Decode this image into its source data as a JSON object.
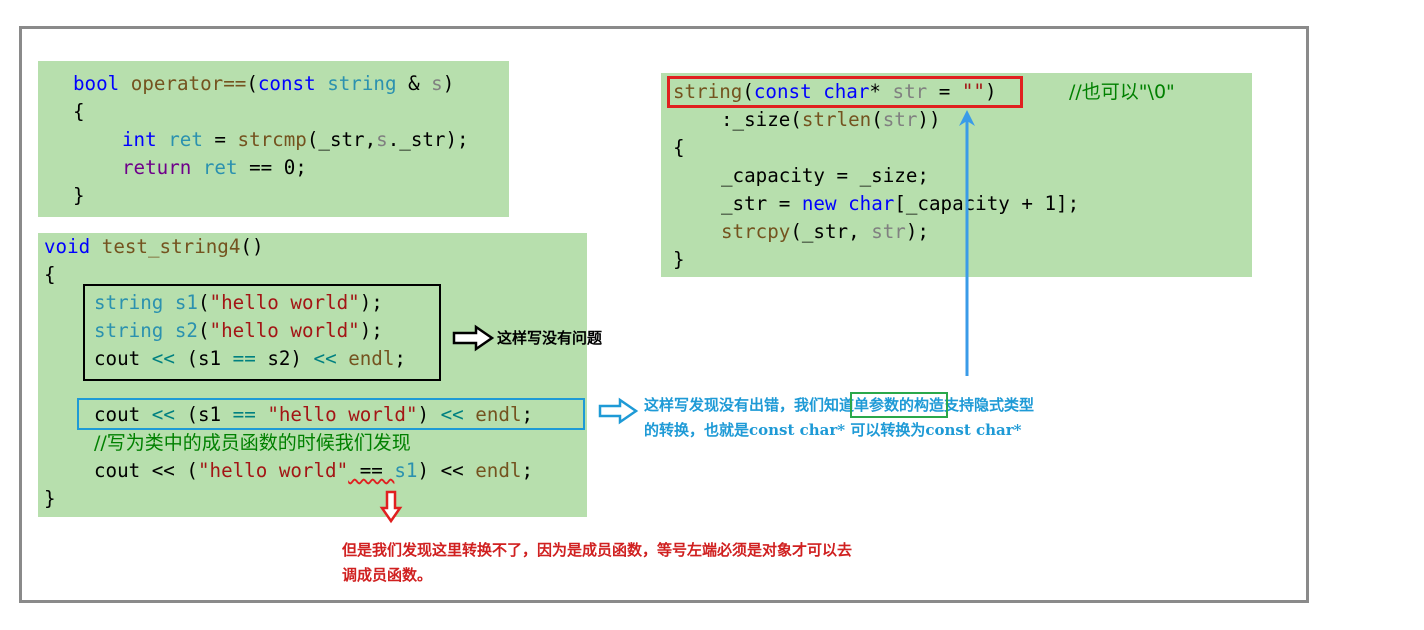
{
  "operator_block": {
    "l1": [
      "bool",
      "operator==",
      "(",
      "const",
      "string",
      " & ",
      "s",
      ")"
    ],
    "l2": "{",
    "l3": [
      "int",
      "ret",
      " = ",
      "strcmp",
      "(_str,",
      "s",
      "._str);"
    ],
    "l4": [
      "return",
      "ret",
      " == 0;"
    ],
    "l5": "}"
  },
  "test_block": {
    "l1": [
      "void",
      "test_string4",
      "()"
    ],
    "l2": "{",
    "l3": [
      "string",
      "s1",
      "(",
      "\"hello world\"",
      ");"
    ],
    "l4": [
      "string",
      "s2",
      "(",
      "\"hello world\"",
      ");"
    ],
    "l5": [
      "cout",
      "<<",
      " (s1 ",
      "==",
      " s2) ",
      "<<",
      "endl",
      ";"
    ],
    "l6": [
      "cout",
      "<<",
      " (s1 ",
      "==",
      " ",
      "\"hello world\"",
      ") ",
      "<<",
      "endl",
      ";"
    ],
    "l7": "//写为类中的成员函数的时候我们发现",
    "l8": [
      "cout << (",
      "\"hello world\"",
      " == ",
      "s1",
      ") << ",
      "endl",
      ";"
    ],
    "l9": "}"
  },
  "ctor_block": {
    "l1": [
      "string",
      "(",
      "const",
      "char",
      "* ",
      "str",
      " = ",
      "\"\"",
      ")"
    ],
    "l1_comment": "//也可以\"\\0\"",
    "l2": [
      ":_size(",
      "strlen",
      "(",
      "str",
      "))"
    ],
    "l3": "{",
    "l4": "_capacity = _size;",
    "l5": [
      "_str = ",
      "new",
      " ",
      "char",
      "[_capacity + 1];"
    ],
    "l6": [
      "strcpy",
      "(_str, ",
      "str",
      ");"
    ],
    "l7": "}"
  },
  "annotations": {
    "ok_note": "这样写没有问题",
    "implicit_note_1a": "这样写发现没有出错，我们知道",
    "implicit_note_1b": "单参数的构造",
    "implicit_note_1c": "支持隐式类型",
    "implicit_note_2": "的转换，也就是const char* 可以转换为const char*",
    "member_note_1": "但是我们发现这里转换不了，因为是成员函数，等号左端必须是对象才可以去",
    "member_note_2": "调成员函数。"
  },
  "colors": {
    "code_bg": "#b7dfad",
    "keyword": "#0000ff",
    "type": "#2b91af",
    "string": "#a31515",
    "function": "#74531f",
    "comment": "#008000",
    "black_box": "#000000",
    "blue_box": "#1e9ad6",
    "red_box": "#e02020",
    "green_box": "#2aa84a",
    "note_blue": "#1e9ad6",
    "note_red": "#d02020"
  }
}
